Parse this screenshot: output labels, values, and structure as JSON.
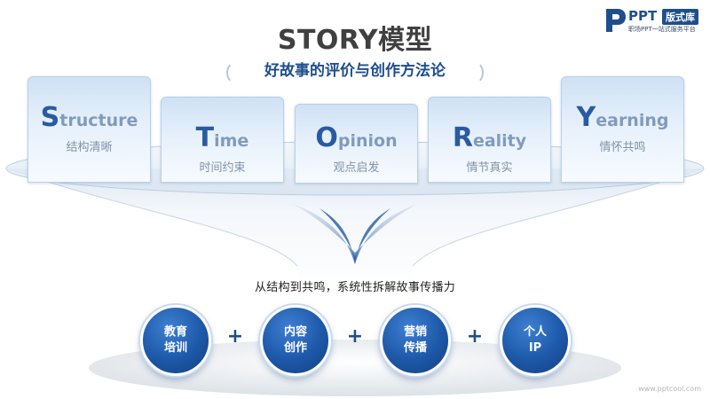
{
  "title": "STORY模型",
  "subtitle": "好故事的评价与创作方法论",
  "logo": {
    "brand": "PPT",
    "badge": "版式库",
    "tagline": "职场PPT一站式服务平台"
  },
  "cards": [
    {
      "initial": "S",
      "rest": "tructure",
      "desc": "结构清晰"
    },
    {
      "initial": "T",
      "rest": "ime",
      "desc": "时间约束"
    },
    {
      "initial": "O",
      "rest": "pinion",
      "desc": "观点启发"
    },
    {
      "initial": "R",
      "rest": "eality",
      "desc": "情节真实"
    },
    {
      "initial": "Y",
      "rest": "earning",
      "desc": "情怀共鸣"
    }
  ],
  "caption": "从结构到共鸣，系统性拆解故事传播力",
  "circles": [
    {
      "line1": "教育",
      "line2": "培训"
    },
    {
      "line1": "内容",
      "line2": "创作"
    },
    {
      "line1": "营销",
      "line2": "传播"
    },
    {
      "line1": "个人",
      "line2": "IP"
    }
  ],
  "plus": "+",
  "watermark": "www.pptcool.com",
  "colors": {
    "primary": "#1f4e8c",
    "accent": "#2a5aa0",
    "title": "#404040"
  }
}
